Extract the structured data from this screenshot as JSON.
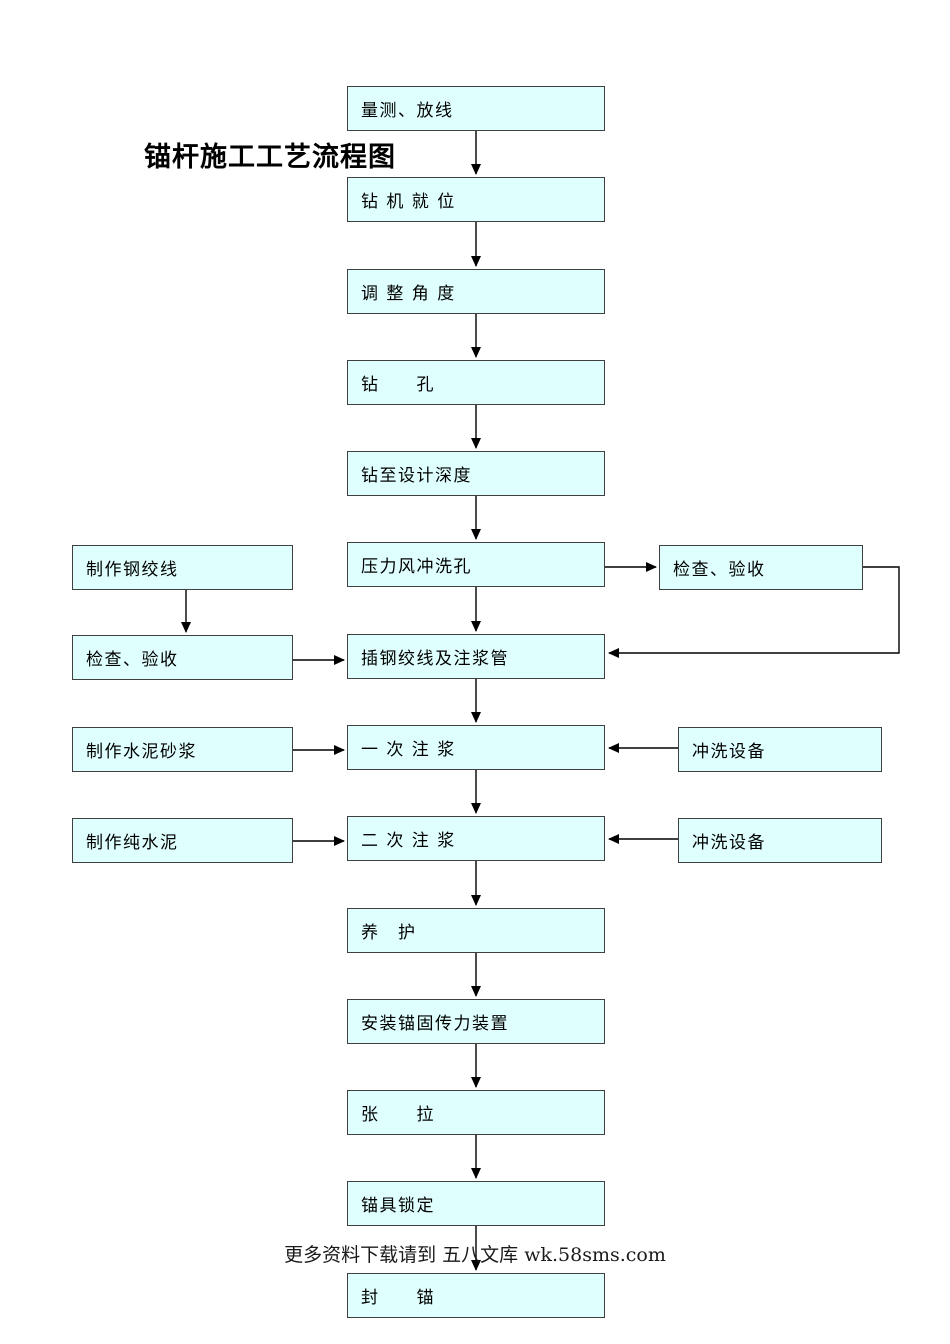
{
  "title": "锚杆施工工艺流程图",
  "footer": "更多资料下载请到 五八文库 wk.58sms.com",
  "colors": {
    "box_fill": "#DFFFFF",
    "box_border": "#3F3F3F",
    "arrow": "#000000",
    "background": "#FFFFFF"
  },
  "flow": {
    "main_steps": [
      {
        "label": "量测、放线"
      },
      {
        "label": "钻 机 就 位"
      },
      {
        "label": "调 整 角 度"
      },
      {
        "label": "钻　　孔"
      },
      {
        "label": "钻至设计深度"
      },
      {
        "label": "压力风冲洗孔"
      },
      {
        "label": "插钢绞线及注浆管"
      },
      {
        "label": "一 次 注 浆"
      },
      {
        "label": "二 次 注 浆"
      },
      {
        "label": "养　护"
      },
      {
        "label": "安装锚固传力装置"
      },
      {
        "label": "张　　拉"
      },
      {
        "label": "锚具锁定"
      },
      {
        "label": "封　　锚"
      }
    ],
    "side_steps": [
      {
        "label": "制作钢绞线"
      },
      {
        "label": "检查、验收"
      },
      {
        "label": "检查、验收"
      },
      {
        "label": "制作水泥砂浆"
      },
      {
        "label": "冲洗设备"
      },
      {
        "label": "制作纯水泥"
      },
      {
        "label": "冲洗设备"
      }
    ]
  }
}
